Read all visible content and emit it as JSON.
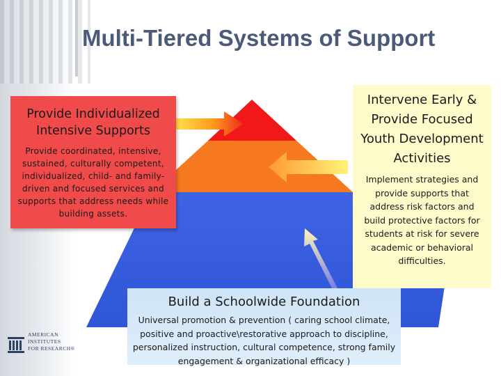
{
  "title": "Multi-Tiered Systems of Support",
  "tiers": {
    "top": {
      "heading": "Provide Individualized Intensive Supports",
      "body": "Provide coordinated, intensive, sustained, culturally competent, individualized, child- and family-driven and focused services and supports that address needs while building assets."
    },
    "middle": {
      "heading": "Intervene Early & Provide Focused Youth Development Activities",
      "body": "Implement strategies and provide supports that address risk factors and build protective factors for students at risk for severe academic or behavioral difficulties."
    },
    "base": {
      "heading": "Build a Schoolwide Foundation",
      "body": "Universal promotion & prevention ( caring school climate, positive and proactive\\restorative approach to discipline, personalized instruction, cultural competence, strong family engagement & organizational efficacy )"
    }
  },
  "logo": {
    "line1": "AMERICAN",
    "line2": "INSTITUTES",
    "line3": "FOR RESEARCH",
    "registered": "®"
  },
  "colors": {
    "title": "#4a5a78",
    "tier_top": "#f01818",
    "tier_middle": "#f6781f",
    "tier_base": "#3a5fe0",
    "left_box": "#f04a4a",
    "right_box": "#fdfbc9",
    "bottom_box": "#d6e9f9"
  },
  "icons": [
    "pyramid-diagram",
    "arrow-icon",
    "columns-graphic",
    "logo-mark-icon"
  ]
}
